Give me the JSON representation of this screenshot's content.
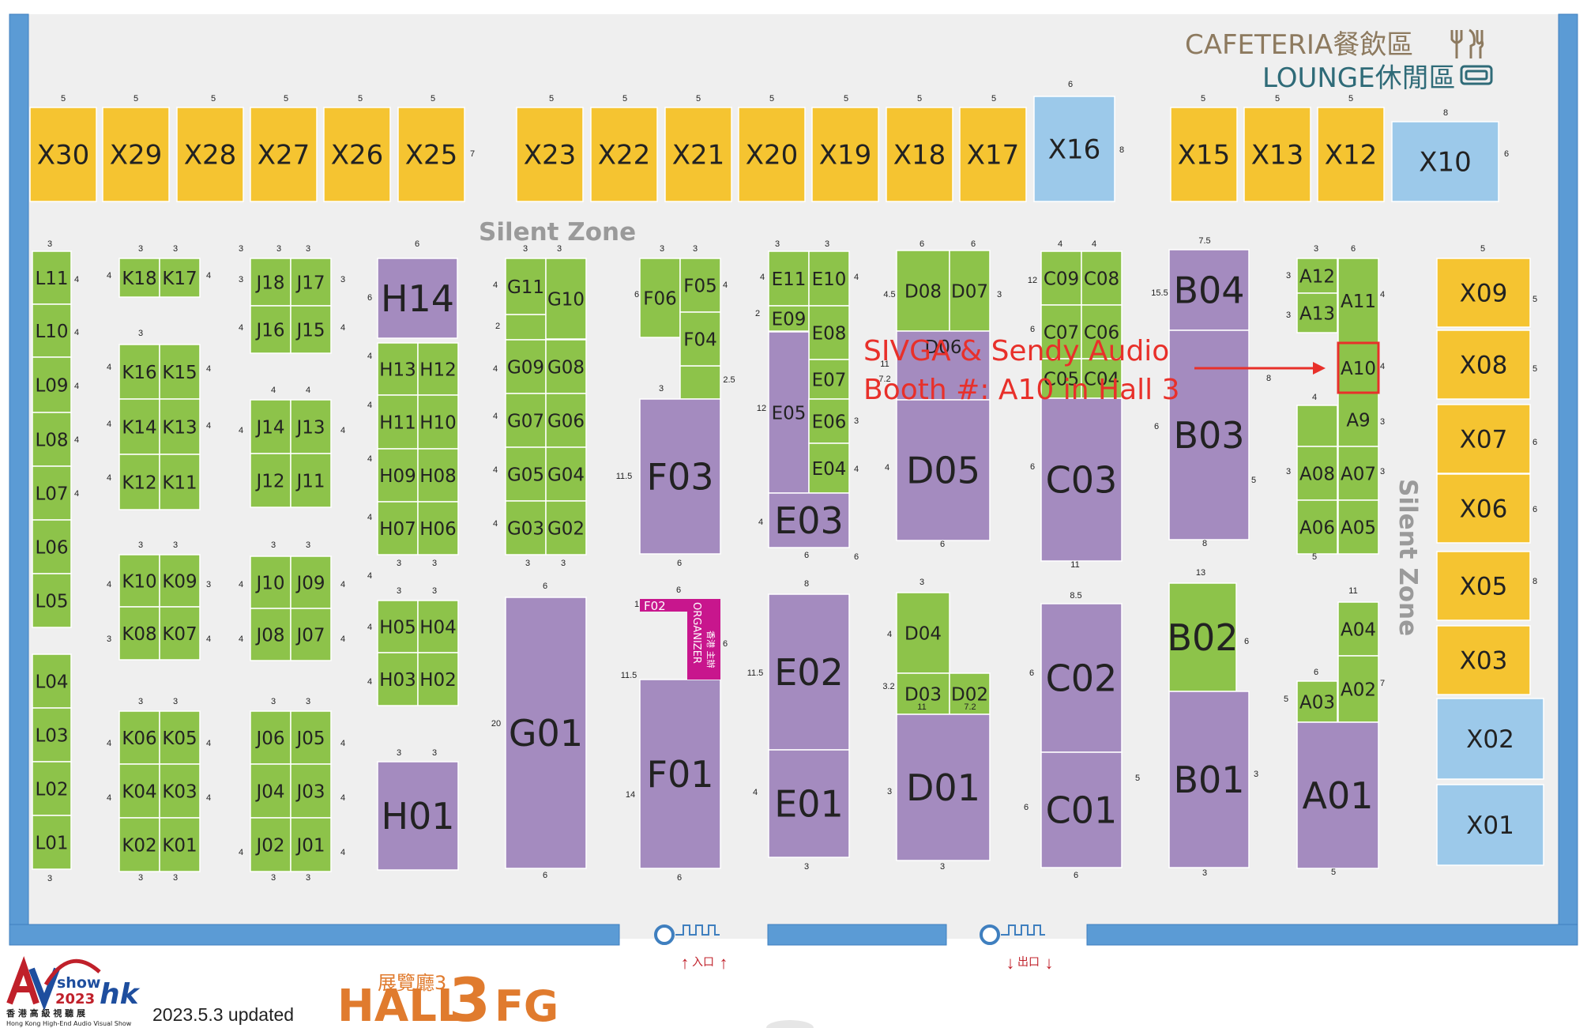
{
  "map": {
    "cafeteria_label": "CAFETERIA餐飲區",
    "lounge_label": "LOUNGE休閒區",
    "silent_zone_top": "Silent Zone",
    "silent_zone_right": "Silent Zone",
    "annotation_line1": "SIVGA & Sendy Audio",
    "annotation_line2": "Booth #: A10 in Hall 3",
    "entrance_label": "入口",
    "exit_label": "出口",
    "updated_label": "2023.5.3  updated",
    "hall_caption": "展覽廳3",
    "hall_word": "HALL",
    "hall_number": "3",
    "hall_floor": "FG",
    "logo_show": "show",
    "logo_year": "2023",
    "logo_hk": "hk",
    "logo_cn": "香 港 高 級 視 聽 展",
    "logo_en": "Hong Kong High-End Audio Visual Show",
    "organizer_label": "ORGANIZER",
    "organizer_cn": "香港 主辦"
  },
  "colors": {
    "yellow": "#F5C431",
    "blue": "#9CC9EA",
    "green": "#8DC34A",
    "purple": "#A48BBF",
    "magenta": "#C8168D",
    "wall": "#5B9BD5",
    "floor": "#EFEFEF",
    "annotation": "#E8302A",
    "brand_orange": "#E07B2E",
    "brown": "#8D7A5F",
    "teal": "#2F6B78"
  },
  "booths": {
    "X30": "X30",
    "X29": "X29",
    "X28": "X28",
    "X27": "X27",
    "X26": "X26",
    "X25": "X25",
    "X23": "X23",
    "X22": "X22",
    "X21": "X21",
    "X20": "X20",
    "X19": "X19",
    "X18": "X18",
    "X17": "X17",
    "X16": "X16",
    "X15": "X15",
    "X13": "X13",
    "X12": "X12",
    "X10": "X10",
    "X09": "X09",
    "X08": "X08",
    "X07": "X07",
    "X06": "X06",
    "X05": "X05",
    "X03": "X03",
    "X02": "X02",
    "X01": "X01",
    "L11": "L11",
    "L10": "L10",
    "L09": "L09",
    "L08": "L08",
    "L07": "L07",
    "L06": "L06",
    "L05": "L05",
    "L04": "L04",
    "L03": "L03",
    "L02": "L02",
    "L01": "L01",
    "K18": "K18",
    "K17": "K17",
    "K16": "K16",
    "K15": "K15",
    "K14": "K14",
    "K13": "K13",
    "K12": "K12",
    "K11": "K11",
    "K10": "K10",
    "K09": "K09",
    "K08": "K08",
    "K07": "K07",
    "K06": "K06",
    "K05": "K05",
    "K04": "K04",
    "K03": "K03",
    "K02": "K02",
    "K01": "K01",
    "J18": "J18",
    "J17": "J17",
    "J16": "J16",
    "J15": "J15",
    "J14": "J14",
    "J13": "J13",
    "J12": "J12",
    "J11": "J11",
    "J10": "J10",
    "J09": "J09",
    "J08": "J08",
    "J07": "J07",
    "J06": "J06",
    "J05": "J05",
    "J04": "J04",
    "J03": "J03",
    "J02": "J02",
    "J01": "J01",
    "H14": "H14",
    "H13": "H13",
    "H12": "H12",
    "H11": "H11",
    "H10": "H10",
    "H09": "H09",
    "H08": "H08",
    "H07": "H07",
    "H06": "H06",
    "H05": "H05",
    "H04": "H04",
    "H03": "H03",
    "H02": "H02",
    "H01": "H01",
    "G11": "G11",
    "G10": "G10",
    "G09": "G09",
    "G08": "G08",
    "G07": "G07",
    "G06": "G06",
    "G05": "G05",
    "G04": "G04",
    "G03": "G03",
    "G02": "G02",
    "G01": "G01",
    "F06": "F06",
    "F05": "F05",
    "F04": "F04",
    "F03": "F03",
    "F02": "F02",
    "F01": "F01",
    "E11": "E11",
    "E10": "E10",
    "E09": "E09",
    "E08": "E08",
    "E07": "E07",
    "E06": "E06",
    "E05": "E05",
    "E04": "E04",
    "E03": "E03",
    "E02": "E02",
    "E01": "E01",
    "D08": "D08",
    "D07": "D07",
    "D06": "D06",
    "D05": "D05",
    "D04": "D04",
    "D03": "D03",
    "D02": "D02",
    "D01": "D01",
    "C09": "C09",
    "C08": "C08",
    "C07": "C07",
    "C06": "C06",
    "C05": "C05",
    "C04": "C04",
    "C03": "C03",
    "C02": "C02",
    "C01": "C01",
    "B04": "B04",
    "B03": "B03",
    "B02": "B02",
    "B01": "B01",
    "A12": "A12",
    "A11": "A11",
    "A13": "A13",
    "A10": "A10",
    "A9": "A9",
    "A08": "A08",
    "A07": "A07",
    "A06": "A06",
    "A05": "A05",
    "A04": "A04",
    "A02": "A02",
    "A03": "A03",
    "A01": "A01"
  },
  "dimensions": [
    "5",
    "5",
    "5",
    "5",
    "5",
    "5",
    "7",
    "5",
    "5",
    "5",
    "5",
    "5",
    "5",
    "5",
    "6",
    "8",
    "5",
    "5",
    "5",
    "8",
    "6",
    "3",
    "3",
    "3",
    "4",
    "4",
    "4",
    "4",
    "4",
    "4",
    "4",
    "3",
    "4",
    "4",
    "4",
    "4",
    "4",
    "3",
    "3",
    "3",
    "3",
    "3",
    "4",
    "4",
    "4",
    "4",
    "4",
    "4",
    "3",
    "3",
    "3",
    "3",
    "3",
    "3",
    "3",
    "3",
    "4",
    "3",
    "3",
    "4",
    "4",
    "4",
    "4",
    "4",
    "3",
    "3",
    "4",
    "4",
    "4",
    "4",
    "3",
    "3",
    "3",
    "4",
    "4",
    "4",
    "4",
    "6",
    "6",
    "4",
    "4",
    "4",
    "4",
    "4",
    "3",
    "3",
    "3",
    "3",
    "4",
    "4",
    "3",
    "3",
    "3",
    "3",
    "4",
    "2",
    "4",
    "4",
    "4",
    "4",
    "3",
    "3",
    "6",
    "20",
    "6",
    "3",
    "3",
    "6",
    "4",
    "2.5",
    "3",
    "11.5",
    "6",
    "1",
    "6",
    "6",
    "11.5",
    "14",
    "6",
    "3",
    "3",
    "4",
    "4",
    "2",
    "12",
    "3",
    "4",
    "4",
    "6",
    "11.5",
    "8",
    "6",
    "4",
    "3",
    "6",
    "6",
    "4.5",
    "3",
    "11",
    "7.2",
    "4",
    "6",
    "3",
    "4",
    "3.2",
    "11",
    "7.2",
    "3",
    "3",
    "4",
    "4",
    "12",
    "6",
    "6",
    "11",
    "8.5",
    "6",
    "6",
    "6",
    "7.5",
    "15.5",
    "8",
    "6",
    "5",
    "8",
    "13",
    "6",
    "3",
    "3",
    "3",
    "6",
    "3",
    "4",
    "3",
    "4",
    "4",
    "3",
    "3",
    "5",
    "3",
    "11",
    "6",
    "7",
    "5",
    "5",
    "5",
    "5",
    "5",
    "5",
    "6",
    "6",
    "8"
  ]
}
